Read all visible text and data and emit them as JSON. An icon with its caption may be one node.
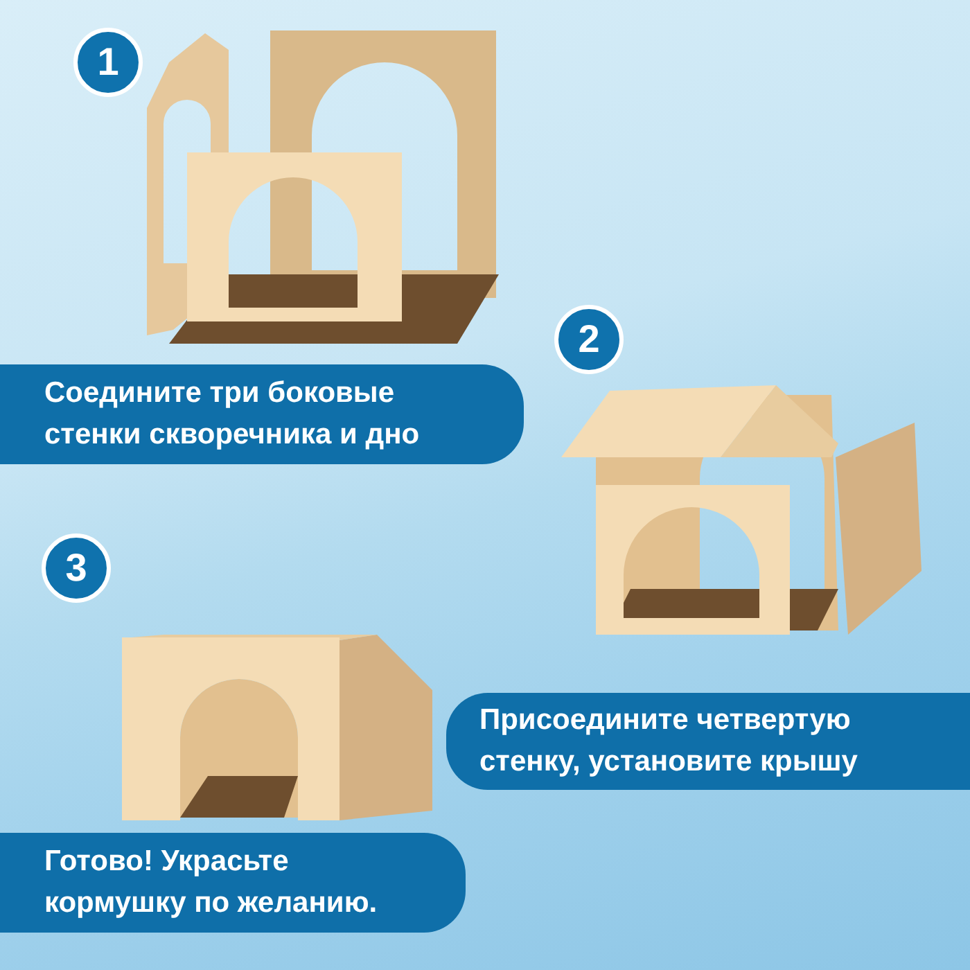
{
  "diagram": {
    "nodes": [
      {
        "text": [
          "1"
        ]
      },
      {
        "text": [
          "Соедините три боковые стенки скворечника и дно"
        ]
      },
      {
        "text": [
          "2"
        ]
      },
      {
        "text": [
          "3"
        ]
      },
      {
        "text": [
          "Присоедините четвертую стенку, установите крышу"
        ]
      },
      {
        "text": [
          "Готово! Украсьте кормушку по желанию."
        ]
      }
    ]
  }
}
